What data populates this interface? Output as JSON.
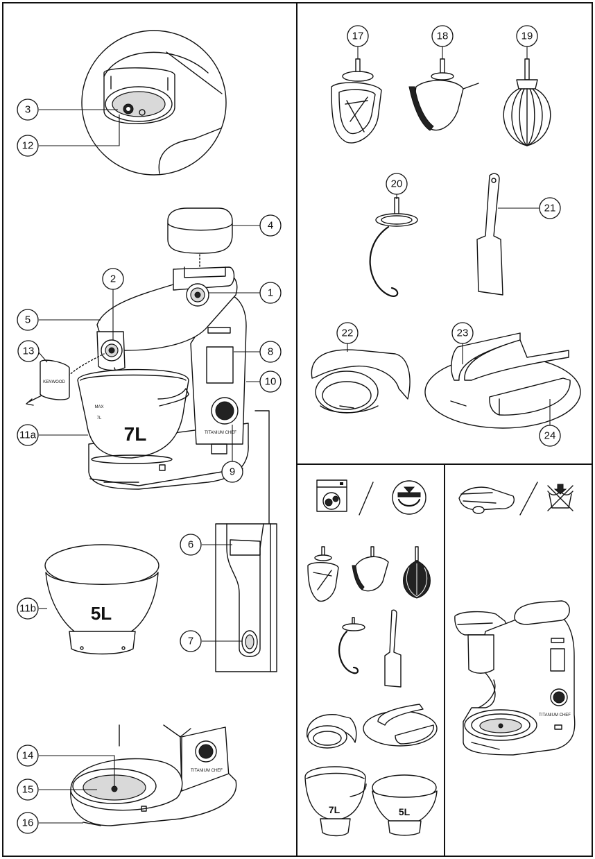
{
  "callouts": {
    "c1": "1",
    "c2": "2",
    "c3": "3",
    "c4": "4",
    "c5": "5",
    "c6": "6",
    "c7": "7",
    "c8": "8",
    "c9": "9",
    "c10": "10",
    "c11a": "11a",
    "c11b": "11b",
    "c12": "12",
    "c13": "13",
    "c14": "14",
    "c15": "15",
    "c16": "16",
    "c17": "17",
    "c18": "18",
    "c19": "19",
    "c20": "20",
    "c21": "21",
    "c22": "22",
    "c23": "23",
    "c24": "24"
  },
  "bowl_labels": {
    "large": "7L",
    "small": "5L",
    "small_large": "7L",
    "small_small": "5L"
  },
  "icons": [
    "dishwasher-icon",
    "top-rack-icon",
    "wipe-clean-icon",
    "do-not-immerse-icon"
  ]
}
